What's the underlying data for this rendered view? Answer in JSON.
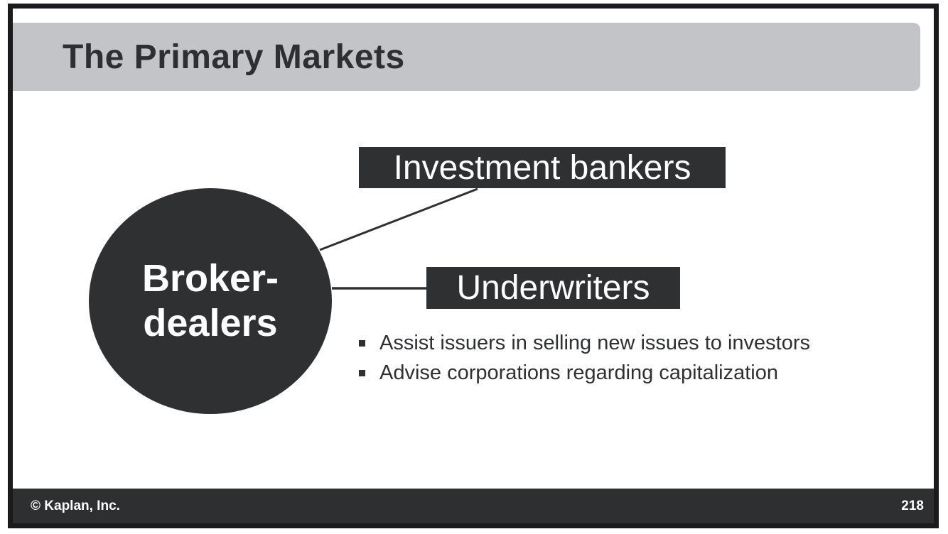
{
  "slide": {
    "title": "The Primary Markets",
    "footer_text": "© Kaplan, Inc.",
    "page_number": "218",
    "colors": {
      "dark_fill": "#2F3032",
      "frame_border": "#1B1B1D",
      "title_bar": "#C3C4C7",
      "text_on_dark": "#FFFFFF"
    },
    "diagram": {
      "circle_lines": [
        "Broker-",
        "dealers"
      ],
      "boxes": [
        {
          "label": "Investment bankers"
        },
        {
          "label": "Underwriters"
        }
      ],
      "bullets": [
        "Assist issuers in selling new issues to investors",
        "Advise corporations regarding capitalization"
      ]
    }
  }
}
